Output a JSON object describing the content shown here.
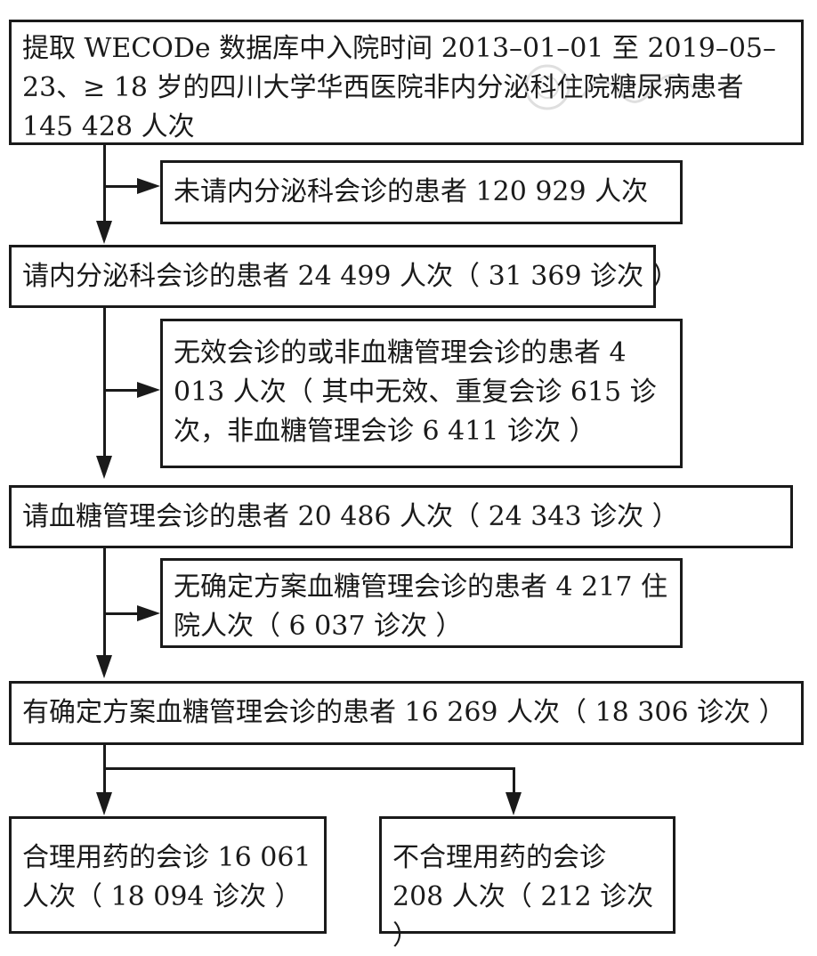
{
  "nodes": {
    "start": "提取 WECODe 数据库中入院时间 2013–01–01 至 2019–05–23、≥ 18 岁的四川大学华西医院非内分泌科住院糖尿病患者 145 428 人次",
    "excluded_no_consult": "未请内分泌科会诊的患者 120 929 人次",
    "endo_consult": "请内分泌科会诊的患者 24 499 人次（ 31 369 诊次 ）",
    "excluded_invalid": "无效会诊的或非血糖管理会诊的患者 4 013 人次（ 其中无效、重复会诊 615 诊次，非血糖管理会诊 6 411 诊次 ）",
    "glucose_consult": "请血糖管理会诊的患者 20 486 人次（ 24 343 诊次 ）",
    "excluded_no_plan": "无确定方案血糖管理会诊的患者 4 217 住院人次（ 6 037 诊次 ）",
    "plan_consult": "有确定方案血糖管理会诊的患者 16 269 人次（ 18 306 诊次 ）",
    "rational": "合理用药的会诊 16 061 人次（ 18 094 诊次 ）",
    "irrational": "不合理用药的会诊 208 人次（ 212 诊次 ）"
  }
}
